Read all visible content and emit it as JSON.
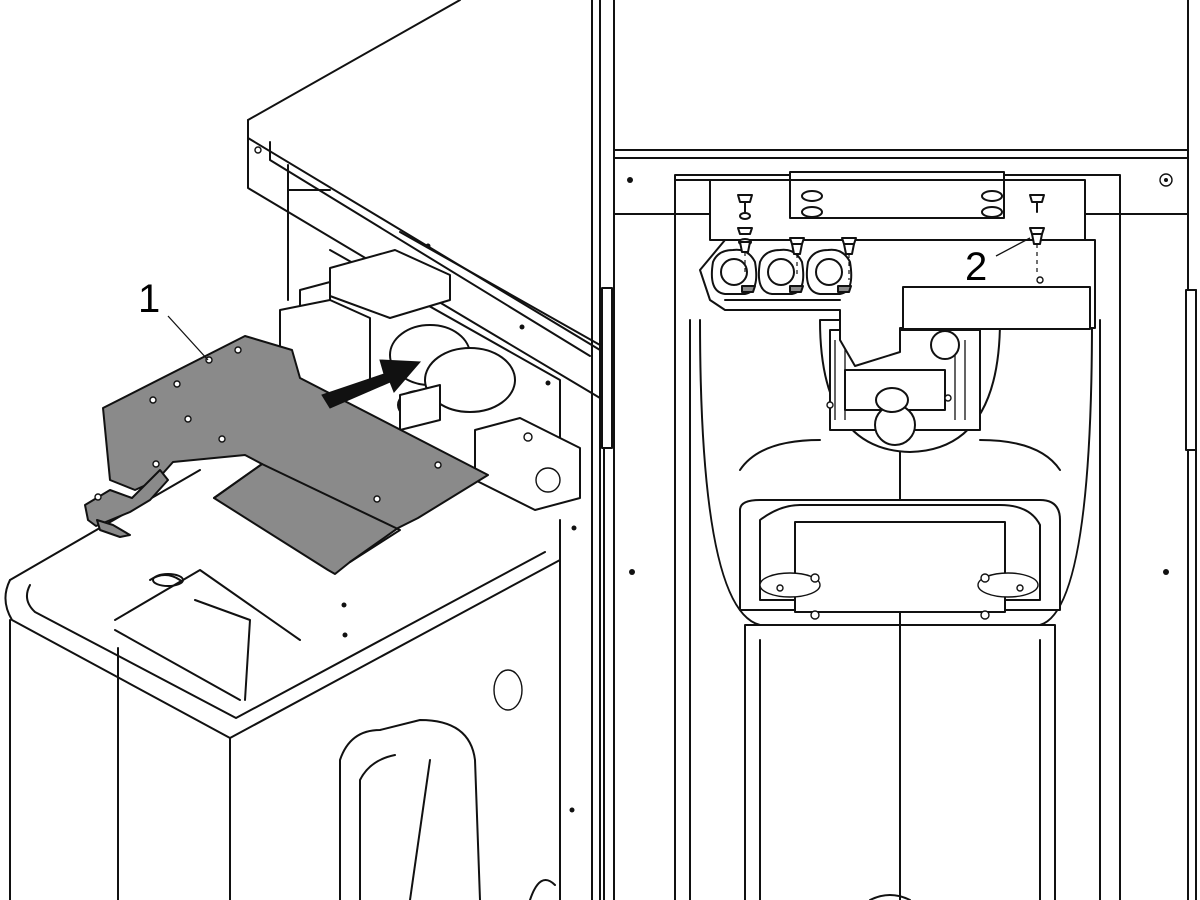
{
  "figure": {
    "callouts": [
      {
        "id": "1",
        "label": "1"
      },
      {
        "id": "2",
        "label": "2"
      }
    ],
    "colors": {
      "line": "#111111",
      "panel_fill": "#8a8a8a",
      "background": "#ffffff",
      "arrow": "#111111"
    }
  }
}
